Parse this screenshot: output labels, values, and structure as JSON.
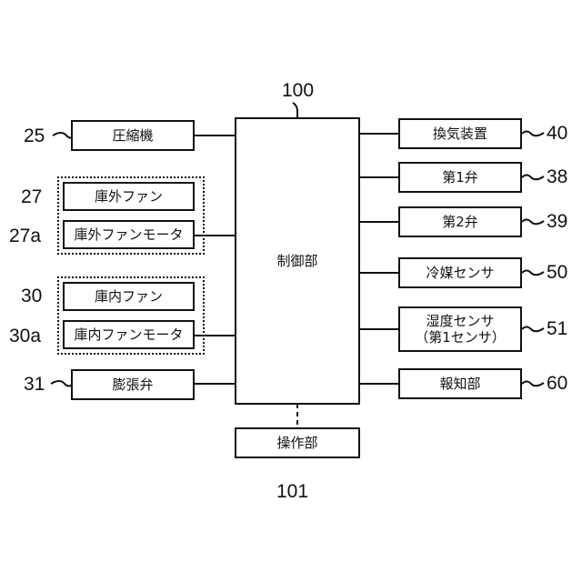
{
  "center": {
    "label": "制御部",
    "ref": "100"
  },
  "operation": {
    "label": "操作部",
    "ref": "101"
  },
  "left": {
    "compressor": {
      "label": "圧縮機",
      "ref": "25"
    },
    "outside_fan": {
      "label": "庫外ファン",
      "ref": "27"
    },
    "outside_fan_motor": {
      "label": "庫外ファンモータ",
      "ref": "27a"
    },
    "inside_fan": {
      "label": "庫内ファン",
      "ref": "30"
    },
    "inside_fan_motor": {
      "label": "庫内ファンモータ",
      "ref": "30a"
    },
    "expansion_valve": {
      "label": "膨張弁",
      "ref": "31"
    }
  },
  "right": {
    "ventilation": {
      "label": "換気装置",
      "ref": "40"
    },
    "valve1": {
      "label": "第1弁",
      "ref": "38"
    },
    "valve2": {
      "label": "第2弁",
      "ref": "39"
    },
    "refrigerant_sensor": {
      "label": "冷媒センサ",
      "ref": "50"
    },
    "humidity_sensor": {
      "label_line1": "湿度センサ",
      "label_line2": "（第1センサ）",
      "ref": "51"
    },
    "notifier": {
      "label": "報知部",
      "ref": "60"
    }
  }
}
